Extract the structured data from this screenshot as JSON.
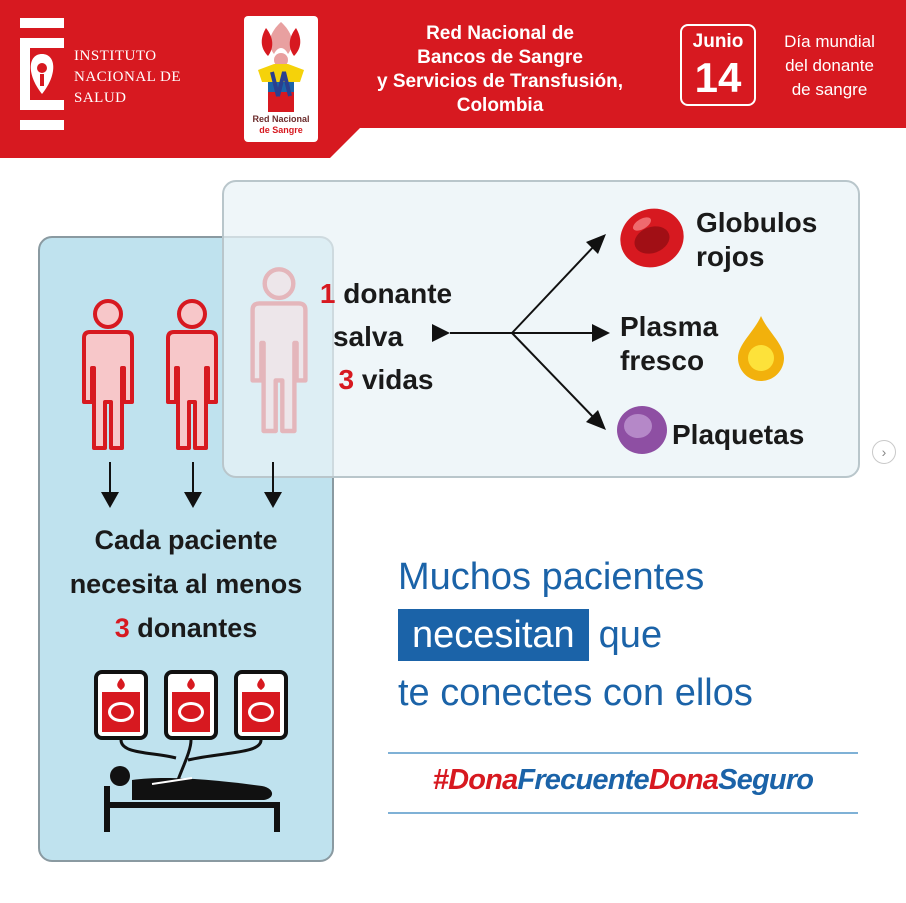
{
  "header": {
    "institution": [
      "Instituto",
      "Nacional de",
      "Salud"
    ],
    "network_logo_text": [
      "Red Nacional",
      "de Sangre"
    ],
    "network_title": [
      "Red Nacional de",
      "Bancos de Sangre",
      "y Servicios de Transfusión,",
      "Colombia"
    ],
    "date_month": "Junio",
    "date_day": "14",
    "world_day": [
      "Día mundial",
      "del donante",
      "de sangre"
    ]
  },
  "donor_box": {
    "line1_num": "1",
    "line1_text": "donante",
    "line2": "salva",
    "line3_num": "3",
    "line3_text": "vidas",
    "products": {
      "rbc": [
        "Globulos",
        "rojos"
      ],
      "plasma": [
        "Plasma",
        "fresco"
      ],
      "platelets": "Plaquetas"
    }
  },
  "patient_box": {
    "line1": "Cada paciente",
    "line2": "necesita al menos",
    "line3_num": "3",
    "line3_text": "donantes"
  },
  "slogan": {
    "line1": "Muchos pacientes",
    "highlight": "necesitan",
    "line2_rest": "que",
    "line3": "te conectes con ellos"
  },
  "hashtag": {
    "part1": "#Dona",
    "part2": "Frecuente",
    "part3": "Dona",
    "part4": "Seguro"
  },
  "colors": {
    "brand_red": "#d71920",
    "brand_blue": "#1b63a8",
    "panel_blue": "#bfe2ee"
  },
  "icons": {
    "next": "chevron-right-icon"
  }
}
